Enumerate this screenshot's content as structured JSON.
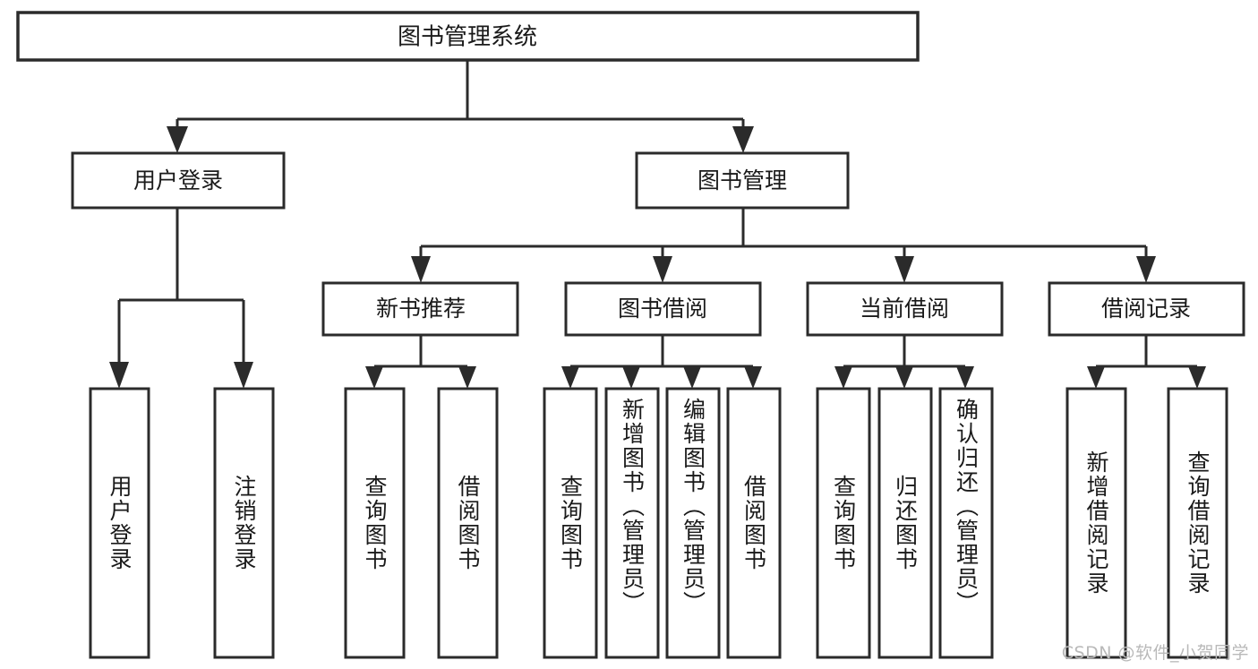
{
  "diagram": {
    "type": "tree",
    "title": "图书管理系统",
    "watermark": "CSDN @软件_小贺同学",
    "nodes": {
      "root": {
        "label": "图书管理系统"
      },
      "level2": [
        {
          "id": "user-login",
          "label": "用户登录"
        },
        {
          "id": "book-management",
          "label": "图书管理"
        }
      ],
      "level3": [
        {
          "id": "new-book-recommend",
          "label": "新书推荐",
          "parent": "book-management"
        },
        {
          "id": "book-borrow",
          "label": "图书借阅",
          "parent": "book-management"
        },
        {
          "id": "current-borrow",
          "label": "当前借阅",
          "parent": "book-management"
        },
        {
          "id": "borrow-record",
          "label": "借阅记录",
          "parent": "book-management"
        }
      ],
      "leaves": [
        {
          "id": "leaf-user-login",
          "label": "用户登录",
          "parent": "user-login"
        },
        {
          "id": "leaf-user-logout",
          "label": "注销登录",
          "parent": "user-login"
        },
        {
          "id": "leaf-query-book-1",
          "label": "查询图书",
          "parent": "new-book-recommend"
        },
        {
          "id": "leaf-borrow-book-1",
          "label": "借阅图书",
          "parent": "new-book-recommend"
        },
        {
          "id": "leaf-query-book-2",
          "label": "查询图书",
          "parent": "book-borrow"
        },
        {
          "id": "leaf-add-book",
          "label": "新增图书（管理员）",
          "parent": "book-borrow"
        },
        {
          "id": "leaf-edit-book",
          "label": "编辑图书（管理员）",
          "parent": "book-borrow"
        },
        {
          "id": "leaf-borrow-book-2",
          "label": "借阅图书",
          "parent": "book-borrow"
        },
        {
          "id": "leaf-query-book-3",
          "label": "查询图书",
          "parent": "current-borrow"
        },
        {
          "id": "leaf-return-book",
          "label": "归还图书",
          "parent": "current-borrow"
        },
        {
          "id": "leaf-confirm-return",
          "label": "确认归还（管理员）",
          "parent": "current-borrow"
        },
        {
          "id": "leaf-add-record",
          "label": "新增借阅记录",
          "parent": "borrow-record"
        },
        {
          "id": "leaf-query-record",
          "label": "查询借阅记录",
          "parent": "borrow-record"
        }
      ]
    },
    "colors": {
      "box_stroke": "#2b2b2b",
      "box_fill": "#ffffff",
      "text": "#1a1a1a",
      "watermark": "#b9b9b9",
      "background": "#ffffff"
    }
  }
}
